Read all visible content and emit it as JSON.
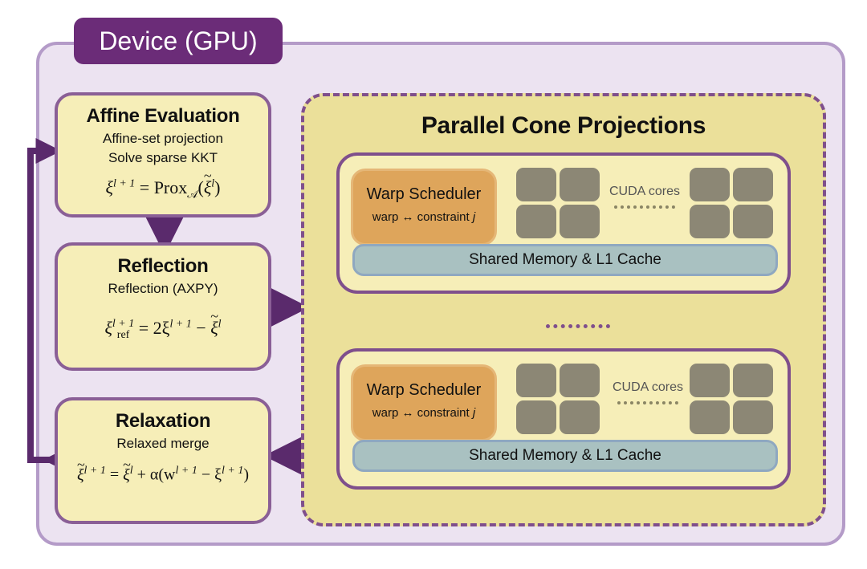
{
  "device": {
    "label": "Device (GPU)"
  },
  "stages": {
    "affine": {
      "title": "Affine Evaluation",
      "lines": [
        "Affine-set projection",
        "Solve sparse KKT"
      ],
      "eq_lhs": "ξ",
      "eq_lhs_sup": "l + 1",
      "eq_op": " = Prox",
      "eq_sub": "𝒜",
      "eq_arg": "ξ",
      "eq_arg_sup": "l"
    },
    "reflection": {
      "title": "Reflection",
      "lines": [
        "Reflection (AXPY)"
      ],
      "eq_lhs": "ξ",
      "eq_lhs_sup": "l + 1",
      "eq_lhs_sub": "ref",
      "eq_mid": " = 2ξ",
      "eq_mid_sup": "l + 1",
      "eq_minus": " − ",
      "eq_tail": "ξ",
      "eq_tail_sup": "l"
    },
    "relaxation": {
      "title": "Relaxation",
      "lines": [
        "Relaxed merge"
      ],
      "eq_lhs": "ξ",
      "eq_lhs_sup": "l + 1",
      "eq_eq": " = ",
      "eq_a": "ξ",
      "eq_a_sup": "l",
      "eq_b": " + α(w",
      "eq_b_sup": "l + 1",
      "eq_c": " − ξ",
      "eq_c_sup": "l + 1",
      "eq_end": ")"
    }
  },
  "parallel": {
    "title": "Parallel Cone Projections",
    "blocks": [
      {
        "warp_title": "Warp Scheduler",
        "warp_sub": "warp ↔ constraint ",
        "warp_sub_var": "j",
        "cuda_label": "CUDA cores",
        "shared_label": "Shared Memory & L1 Cache"
      },
      {
        "warp_title": "Warp Scheduler",
        "warp_sub": "warp ↔ constraint ",
        "warp_sub_var": "j",
        "cuda_label": "CUDA cores",
        "shared_label": "Shared Memory & L1 Cache"
      }
    ]
  },
  "colors": {
    "device_tab": "#6b2c78",
    "arrow": "#5a2a6c",
    "stage_fill": "#f6eeb8",
    "parallel_fill": "#ebe09a",
    "warp_fill": "#dea55b",
    "core_fill": "#8c8775",
    "shared_fill": "#a9c1c1"
  }
}
